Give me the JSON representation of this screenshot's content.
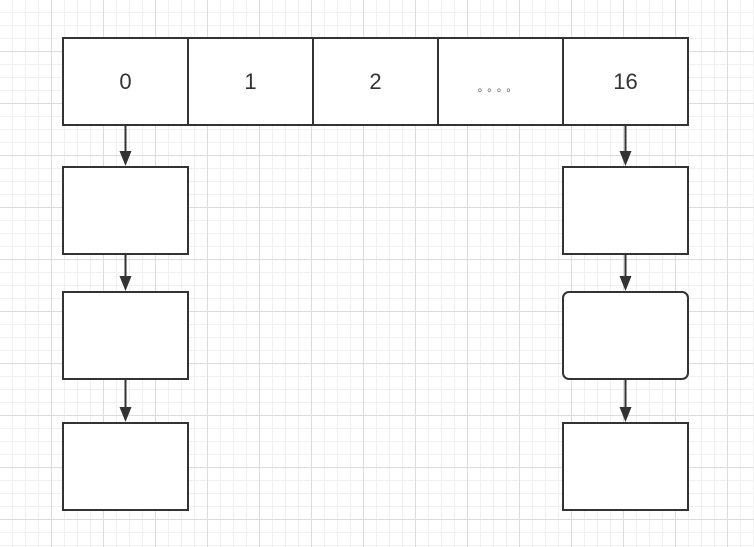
{
  "array": {
    "cells": [
      "0",
      "1",
      "2",
      "。。。。",
      "16"
    ]
  }
}
